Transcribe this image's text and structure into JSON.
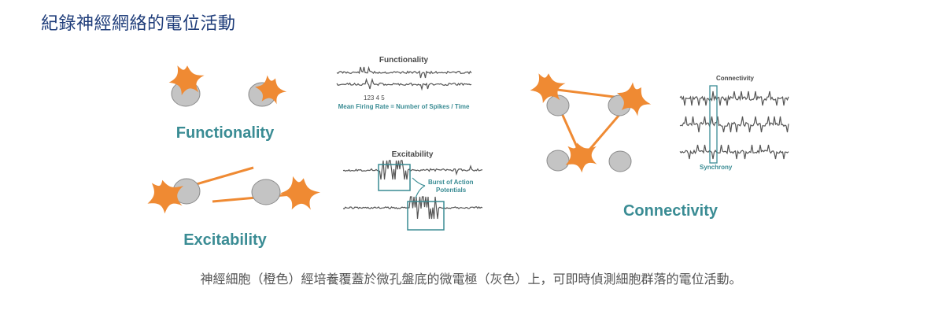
{
  "page_title": "紀錄神經網絡的電位活動",
  "panels": {
    "functionality": {
      "label": "Functionality",
      "trace_title": "Functionality",
      "spike_numbers": "123      4  5",
      "formula": "Mean Firing Rate = Number of Spikes / Time"
    },
    "excitability": {
      "label": "Excitability",
      "trace_title": "Excitability",
      "burst_label_line1": "Burst of Action",
      "burst_label_line2": "Potentials"
    },
    "connectivity": {
      "label": "Connectivity",
      "trace_title": "Connectivity",
      "synchrony_label": "Synchrony"
    }
  },
  "caption": "神經細胞（橙色）經培養覆蓋於微孔盤底的微電極（灰色）上，可即時偵測細胞群落的電位活動。",
  "colors": {
    "neuron": "#ef8a33",
    "electrode": "#c4c4c4",
    "teal": "#3a8c94",
    "title": "#1f3d7a"
  }
}
